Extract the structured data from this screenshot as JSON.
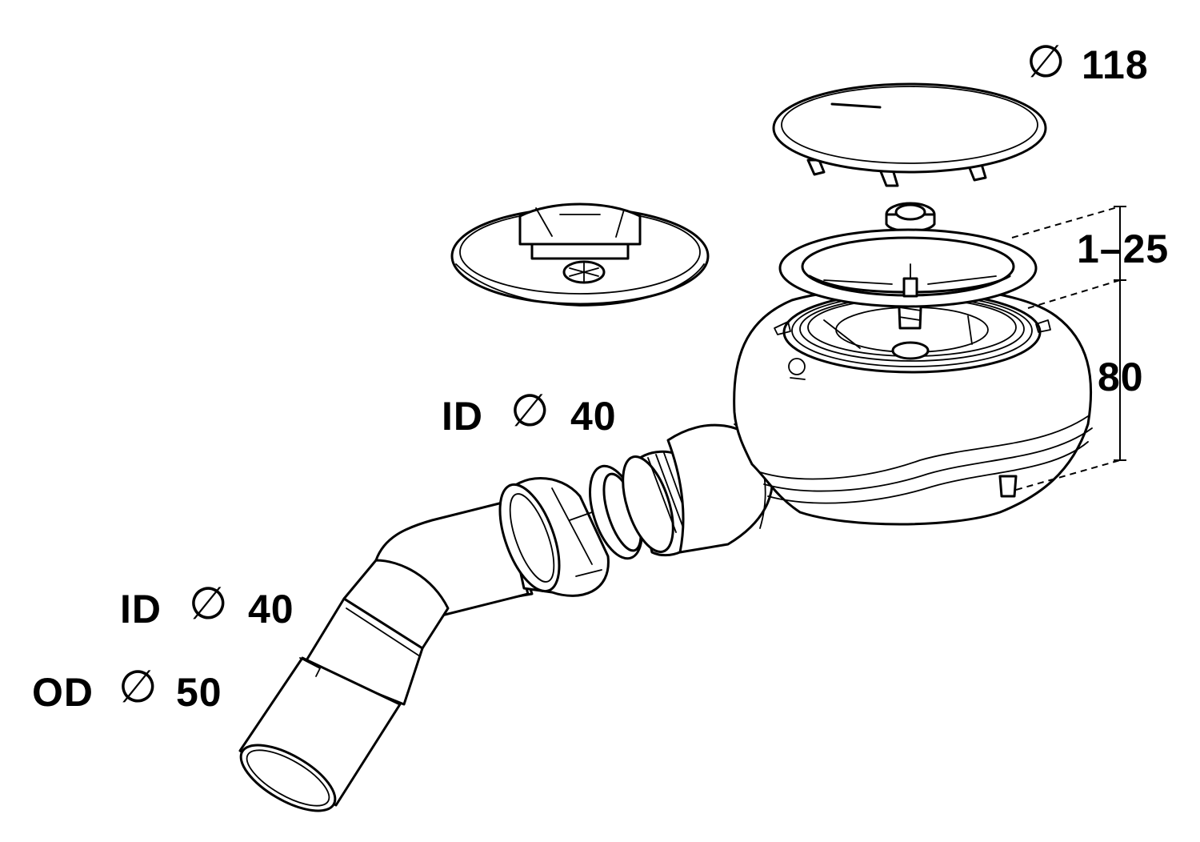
{
  "labels": {
    "cover_diameter": "118",
    "dim_adjust": "1–25",
    "dim_height": "80",
    "upper_id_prefix": "ID",
    "upper_id_value": "40",
    "lower_id_prefix": "ID",
    "lower_id_value": "40",
    "od_prefix": "OD",
    "od_value": "50"
  },
  "symbols": {
    "diameter": "∅"
  },
  "colors": {
    "line": "#000000",
    "background": "#ffffff"
  }
}
